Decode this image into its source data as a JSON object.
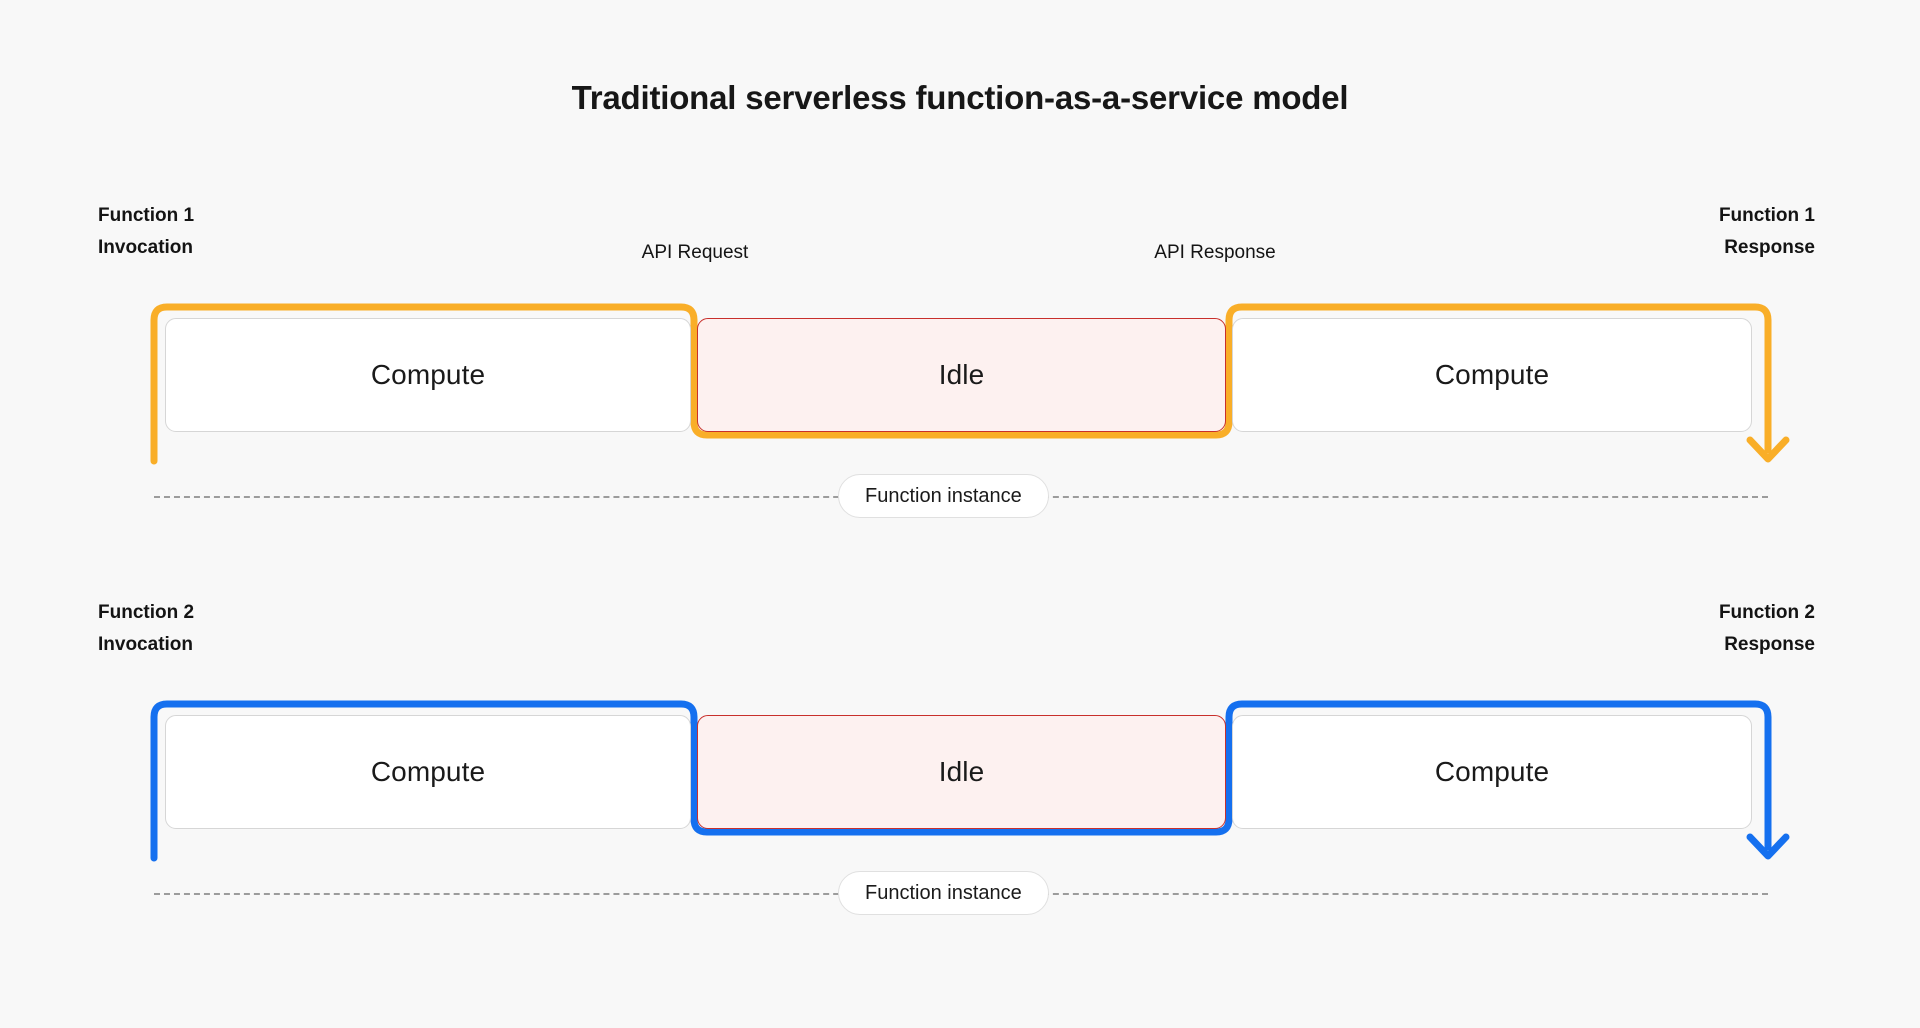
{
  "title": "Traditional serverless function-as-a-service model",
  "colors": {
    "background": "#F8F8F8",
    "orange": "#F9AE28",
    "blue": "#1570EF",
    "idle_fill": "#FDF1F0",
    "idle_border": "#C8302C",
    "compute_fill": "#FFFFFF",
    "compute_border": "#D6D6D6",
    "dashed_line": "#9C9C9C",
    "text": "#1A1A1A"
  },
  "rows": [
    {
      "id": "function-1",
      "accent": "#F9AE28",
      "invocation_label": "Function 1\nInvocation",
      "response_label": "Function 1\nResponse",
      "top_labels": [
        {
          "id": "api-request",
          "text": "API Request"
        },
        {
          "id": "api-response",
          "text": "API Response"
        }
      ],
      "segments": [
        {
          "id": "compute-1",
          "kind": "compute",
          "label": "Compute"
        },
        {
          "id": "idle-1",
          "kind": "idle",
          "label": "Idle"
        },
        {
          "id": "compute-2",
          "kind": "compute",
          "label": "Compute"
        }
      ],
      "instance_label": "Function instance"
    },
    {
      "id": "function-2",
      "accent": "#1570EF",
      "invocation_label": "Function 2\nInvocation",
      "response_label": "Function 2\nResponse",
      "top_labels": [],
      "segments": [
        {
          "id": "compute-3",
          "kind": "compute",
          "label": "Compute"
        },
        {
          "id": "idle-2",
          "kind": "idle",
          "label": "Idle"
        },
        {
          "id": "compute-4",
          "kind": "compute",
          "label": "Compute"
        }
      ],
      "instance_label": "Function instance"
    }
  ]
}
